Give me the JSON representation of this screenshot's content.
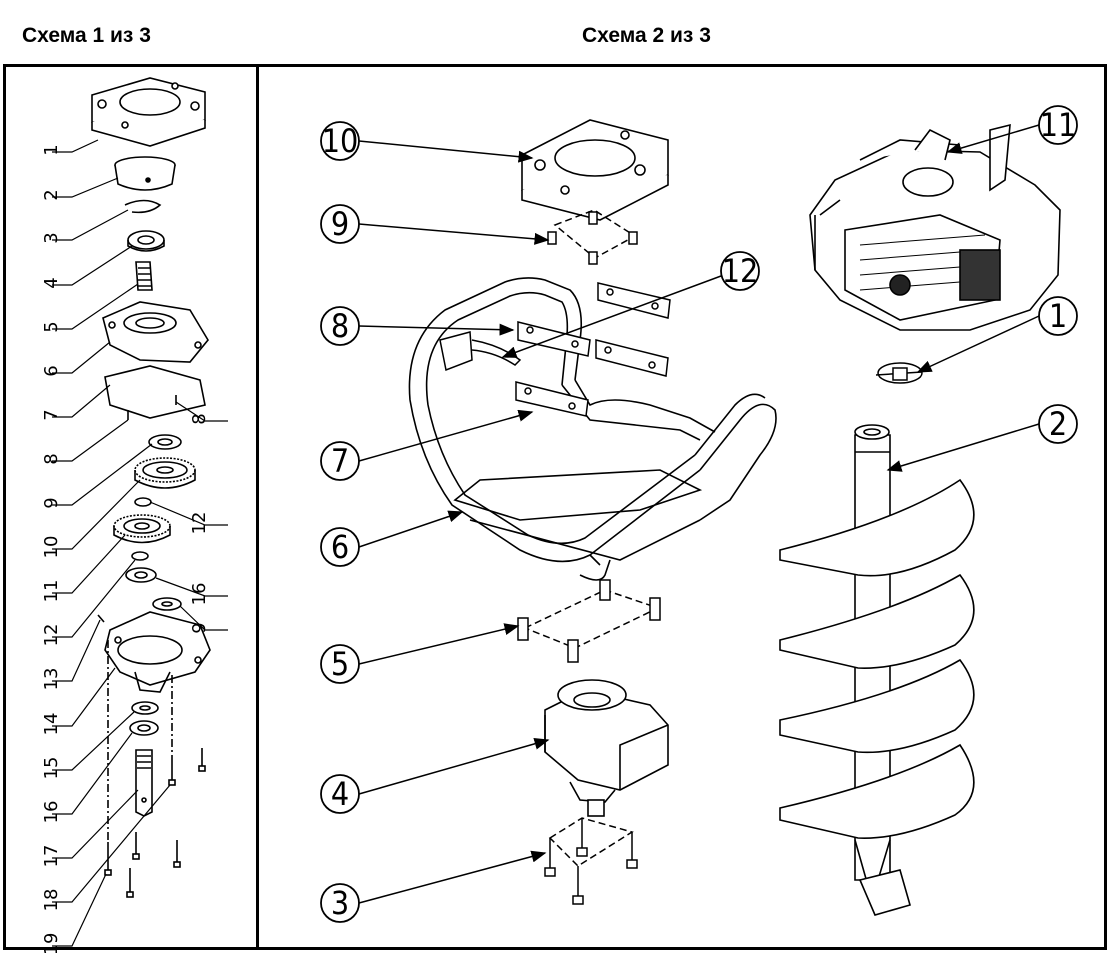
{
  "headings": {
    "scheme1": "Схема 1 из 3",
    "scheme2": "Схема 2 из 3"
  },
  "scheme1_labels": [
    "1",
    "2",
    "3",
    "4",
    "5",
    "6",
    "7",
    "8",
    "8",
    "9",
    "10",
    "12",
    "11",
    "16",
    "12",
    "9",
    "13",
    "14",
    "15",
    "16",
    "17",
    "18",
    "19"
  ],
  "scheme2_labels": [
    "10",
    "9",
    "12",
    "8",
    "7",
    "6",
    "5",
    "4",
    "3",
    "11",
    "1",
    "2"
  ]
}
